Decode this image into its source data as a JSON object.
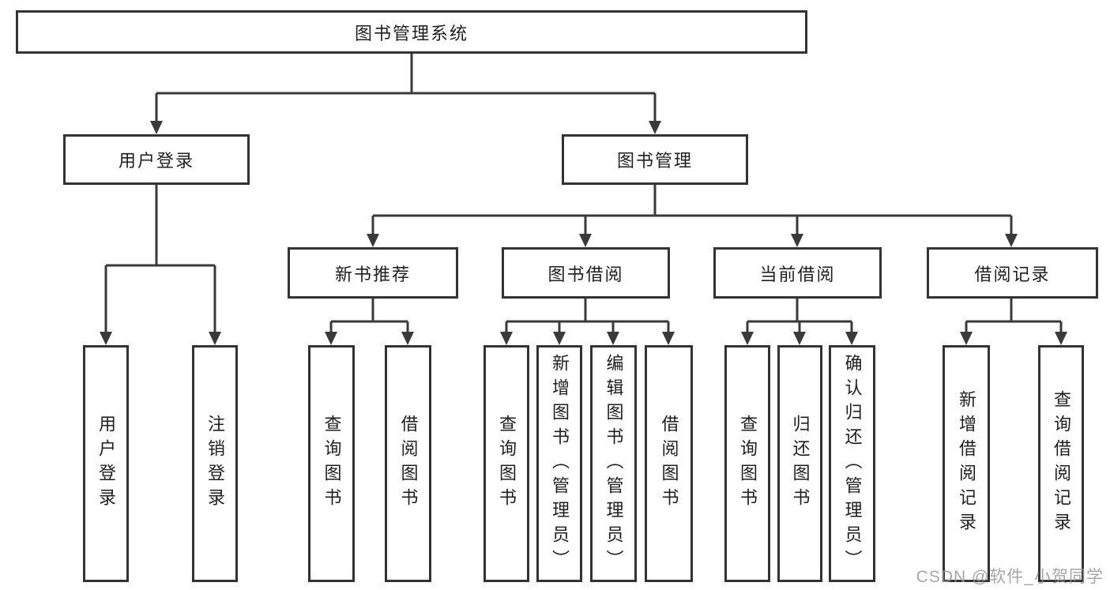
{
  "diagram": {
    "root": {
      "label": "图书管理系统"
    },
    "branches": {
      "user_login": {
        "label": "用户登录",
        "children": [
          "用户登录",
          "注销登录"
        ]
      },
      "book_mgmt": {
        "label": "图书管理"
      },
      "new_books": {
        "label": "新书推荐",
        "children": [
          "查询图书",
          "借阅图书"
        ]
      },
      "book_borrow": {
        "label": "图书借阅",
        "children": [
          "查询图书",
          "新增图书（管理员）",
          "编辑图书（管理员）",
          "借阅图书"
        ]
      },
      "current_borrow": {
        "label": "当前借阅",
        "children": [
          "查询图书",
          "归还图书",
          "确认归还（管理员）"
        ]
      },
      "borrow_records": {
        "label": "借阅记录",
        "children": [
          "新增借阅记录",
          "查询借阅记录"
        ]
      }
    },
    "colors": {
      "line": "#3a3a3a",
      "box_border": "#333333",
      "text": "#1f1f1f",
      "watermark": "#969696"
    }
  },
  "watermark": {
    "text": "CSDN @软件_小贺同学"
  }
}
